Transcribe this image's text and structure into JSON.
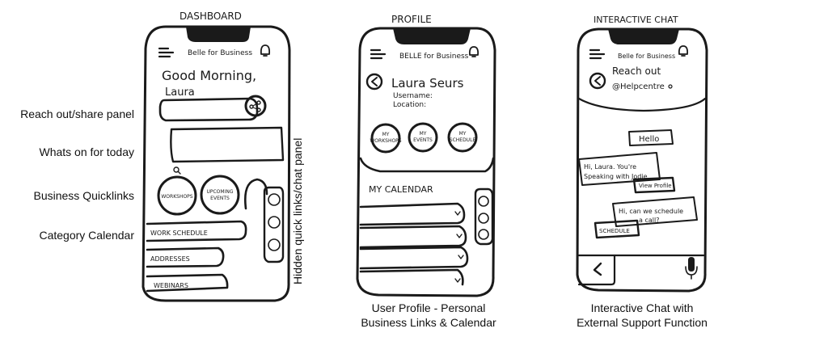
{
  "annotations": {
    "reach_out": "Reach out/share panel",
    "whats_on": "Whats on for today",
    "quicklinks": "Business Quicklinks",
    "category_calendar": "Category Calendar",
    "hidden_panel": "Hidden quick links/chat panel"
  },
  "captions": {
    "profile_line1": "User Profile - Personal",
    "profile_line2": "Business Links & Calendar",
    "chat_line1": "Interactive Chat with",
    "chat_line2": "External Support Function"
  },
  "dashboard": {
    "screen_title": "DASHBOARD",
    "brand": "Belle for Business",
    "greeting_line1": "Good Morning,",
    "greeting_line2": "Laura",
    "quick_1": "WORKSHOPS",
    "quick_2a": "UPCOMING",
    "quick_2b": "EVENTS",
    "list_1": "WORK SCHEDULE",
    "list_2": "ADDRESSES",
    "list_3": "WEBINARS"
  },
  "profile": {
    "screen_title": "PROFILE",
    "brand": "BELLE for Business",
    "name": "Laura Seurs",
    "username": "Username:",
    "location": "Location:",
    "link_1a": "MY",
    "link_1b": "WORKSHOPS",
    "link_2a": "MY",
    "link_2b": "EVENTS",
    "link_3a": "MY",
    "link_3b": "SCHEDULE",
    "calendar_title": "MY CALENDAR"
  },
  "chat": {
    "screen_title": "INTERACTIVE CHAT",
    "brand": "Belle for Business",
    "reach_out": "Reach out",
    "handle": "@Helpcentre",
    "msg_hello": "Hello",
    "msg_reply_1": "Hi, Laura. You're",
    "msg_reply_2": "Speaking with Jodie",
    "view_profile": "View Profile",
    "msg_q_1": "Hi, can we schedule",
    "msg_q_2": "a call?",
    "schedule_btn": "SCHEDULE"
  }
}
